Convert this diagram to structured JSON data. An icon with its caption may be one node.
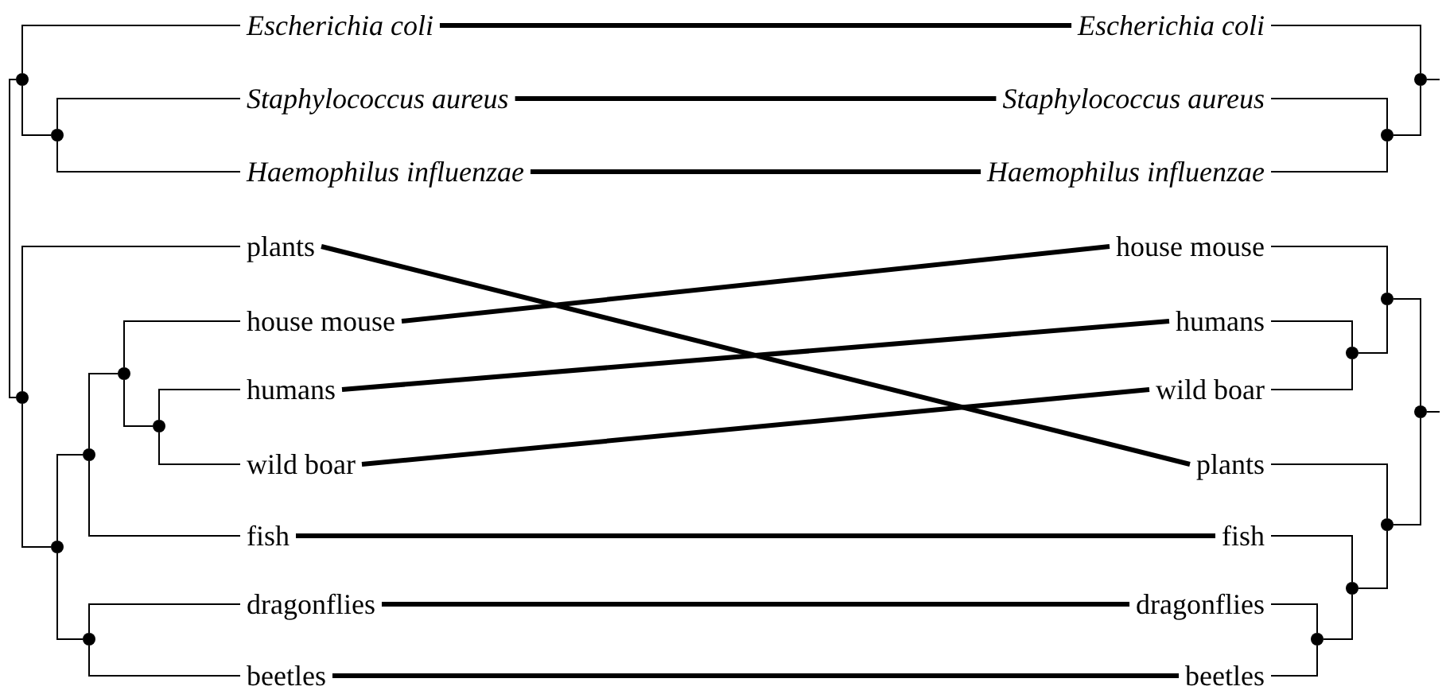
{
  "diagram": {
    "nodes": [
      {
        "text": [
          "Escherichia coli"
        ]
      },
      {
        "text": [
          "Staphylococcus aureus"
        ]
      },
      {
        "text": [
          "Haemophilus influenzae"
        ]
      },
      {
        "text": [
          "plants"
        ]
      },
      {
        "text": [
          "house mouse"
        ]
      },
      {
        "text": [
          "humans"
        ]
      },
      {
        "text": [
          "wild boar"
        ]
      },
      {
        "text": [
          "fish"
        ]
      },
      {
        "text": [
          "dragonflies"
        ]
      },
      {
        "text": [
          "beetles"
        ]
      },
      {
        "text": [
          "Escherichia coli"
        ]
      },
      {
        "text": [
          "Staphylococcus aureus"
        ]
      },
      {
        "text": [
          "Haemophilus influenzae"
        ]
      },
      {
        "text": [
          "house mouse"
        ]
      },
      {
        "text": [
          "humans"
        ]
      },
      {
        "text": [
          "wild boar"
        ]
      },
      {
        "text": [
          "plants"
        ]
      },
      {
        "text": [
          "fish"
        ]
      },
      {
        "text": [
          "dragonflies"
        ]
      },
      {
        "text": [
          "beetles"
        ]
      },
      {
        "text": [],
        "shape": "circle"
      },
      {
        "text": [],
        "shape": "circle"
      },
      {
        "text": [],
        "shape": "circle"
      },
      {
        "text": [],
        "shape": "circle"
      },
      {
        "text": [],
        "shape": "circle"
      },
      {
        "text": [],
        "shape": "circle"
      },
      {
        "text": [],
        "shape": "circle"
      },
      {
        "text": [],
        "shape": "circle"
      },
      {
        "text": [],
        "shape": "circle"
      },
      {
        "text": [],
        "shape": "circle"
      },
      {
        "text": [],
        "shape": "circle"
      },
      {
        "text": [],
        "shape": "circle"
      },
      {
        "text": [],
        "shape": "circle"
      },
      {
        "text": [],
        "shape": "circle"
      },
      {
        "text": [],
        "shape": "circle"
      },
      {
        "text": [],
        "shape": "circle"
      }
    ],
    "edges": [
      {
        "from": 20,
        "to": 22,
        "arrow": "none"
      },
      {
        "from": 20,
        "to": 0,
        "arrow": "none"
      },
      {
        "from": 20,
        "to": 21,
        "arrow": "none"
      },
      {
        "from": 21,
        "to": 1,
        "arrow": "none"
      },
      {
        "from": 21,
        "to": 2,
        "arrow": "none"
      },
      {
        "from": 22,
        "to": 3,
        "arrow": "none"
      },
      {
        "from": 22,
        "to": 23,
        "arrow": "none"
      },
      {
        "from": 23,
        "to": 24,
        "arrow": "none"
      },
      {
        "from": 23,
        "to": 27,
        "arrow": "none"
      },
      {
        "from": 24,
        "to": 25,
        "arrow": "none"
      },
      {
        "from": 24,
        "to": 7,
        "arrow": "none"
      },
      {
        "from": 25,
        "to": 4,
        "arrow": "none"
      },
      {
        "from": 25,
        "to": 26,
        "arrow": "none"
      },
      {
        "from": 26,
        "to": 5,
        "arrow": "none"
      },
      {
        "from": 26,
        "to": 6,
        "arrow": "none"
      },
      {
        "from": 27,
        "to": 8,
        "arrow": "none"
      },
      {
        "from": 27,
        "to": 9,
        "arrow": "none"
      },
      {
        "from": 28,
        "to": 10,
        "arrow": "none"
      },
      {
        "from": 28,
        "to": 29,
        "arrow": "none"
      },
      {
        "from": 29,
        "to": 11,
        "arrow": "none"
      },
      {
        "from": 29,
        "to": 12,
        "arrow": "none"
      },
      {
        "from": 30,
        "to": 31,
        "arrow": "none"
      },
      {
        "from": 30,
        "to": 33,
        "arrow": "none"
      },
      {
        "from": 31,
        "to": 13,
        "arrow": "none"
      },
      {
        "from": 31,
        "to": 32,
        "arrow": "none"
      },
      {
        "from": 32,
        "to": 14,
        "arrow": "none"
      },
      {
        "from": 32,
        "to": 15,
        "arrow": "none"
      },
      {
        "from": 33,
        "to": 16,
        "arrow": "none"
      },
      {
        "from": 33,
        "to": 34,
        "arrow": "none"
      },
      {
        "from": 34,
        "to": 17,
        "arrow": "none"
      },
      {
        "from": 34,
        "to": 35,
        "arrow": "none"
      },
      {
        "from": 35,
        "to": 18,
        "arrow": "none"
      },
      {
        "from": 35,
        "to": 19,
        "arrow": "none"
      },
      {
        "from": 0,
        "to": 10,
        "arrow": "none",
        "style": "thick"
      },
      {
        "from": 1,
        "to": 11,
        "arrow": "none",
        "style": "thick"
      },
      {
        "from": 2,
        "to": 12,
        "arrow": "none",
        "style": "thick"
      },
      {
        "from": 3,
        "to": 16,
        "arrow": "none",
        "style": "thick"
      },
      {
        "from": 4,
        "to": 13,
        "arrow": "none",
        "style": "thick"
      },
      {
        "from": 5,
        "to": 14,
        "arrow": "none",
        "style": "thick"
      },
      {
        "from": 6,
        "to": 15,
        "arrow": "none",
        "style": "thick"
      },
      {
        "from": 7,
        "to": 17,
        "arrow": "none",
        "style": "thick"
      },
      {
        "from": 8,
        "to": 18,
        "arrow": "none",
        "style": "thick"
      },
      {
        "from": 9,
        "to": 19,
        "arrow": "none",
        "style": "thick"
      }
    ]
  }
}
